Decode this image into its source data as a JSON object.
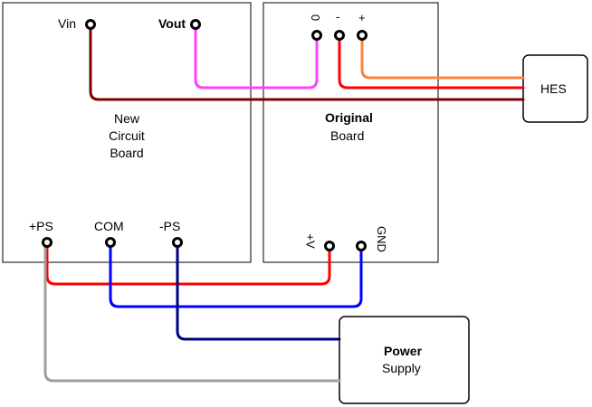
{
  "new_board": {
    "title_lines": [
      "New",
      "Circuit",
      "Board"
    ],
    "pins": {
      "vin": "Vin",
      "vout": "Vout",
      "plus_ps": "+PS",
      "com": "COM",
      "minus_ps": "-PS"
    }
  },
  "original_board": {
    "title": "Original",
    "subtitle": "Board",
    "pins": {
      "zero": "0",
      "minus": "-",
      "plus": "+",
      "plus_v": "+V",
      "gnd": "GND"
    }
  },
  "hes": {
    "title": "HES"
  },
  "power_supply": {
    "title": "Power",
    "subtitle": "Supply"
  },
  "colors": {
    "wire_vin": "#800000",
    "wire_vout": "#ff40ff",
    "wire_minus": "#ff0000",
    "wire_plus": "#ff8040",
    "wire_plus_ps": "#ff0000",
    "wire_com": "#0000ff",
    "wire_minus_ps": "#000080",
    "wire_supply_return": "#a0a0a0"
  }
}
